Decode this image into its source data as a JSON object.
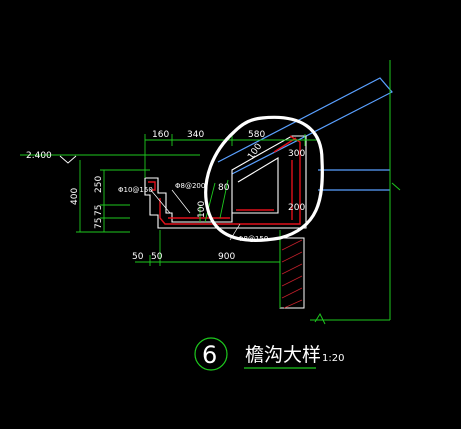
{
  "drawing": {
    "background": "#000000",
    "colors": {
      "green": "#1ec81e",
      "red": "#e0101a",
      "blue": "#5aa0ff",
      "white": "#ffffff",
      "hatch": "#c0202a",
      "highlight": "#ffffff"
    },
    "elevation": "2.400",
    "dims_top": [
      "160",
      "340",
      "580"
    ],
    "dims_bottom": [
      "50",
      "50",
      "900"
    ],
    "dims_left": [
      "400",
      "250",
      "75",
      "75"
    ],
    "dims_inner": [
      "300",
      "200",
      "80",
      "100",
      "100"
    ],
    "rebar": [
      "Φ10@150",
      "Φ8@200",
      "Φ8@150"
    ],
    "section_number": "6",
    "title": "檐沟大样",
    "scale": "1:20"
  }
}
